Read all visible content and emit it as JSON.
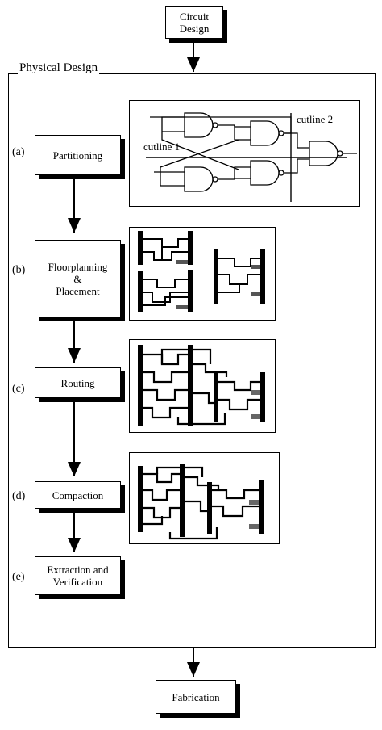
{
  "title": "Physical Design",
  "top_box": "Circuit\nDesign",
  "bottom_box": "Fabrication",
  "steps": [
    {
      "tag": "(a)",
      "label": "Partitioning"
    },
    {
      "tag": "(b)",
      "label": "Floorplanning\n&\nPlacement"
    },
    {
      "tag": "(c)",
      "label": "Routing"
    },
    {
      "tag": "(d)",
      "label": "Compaction"
    },
    {
      "tag": "(e)",
      "label": "Extraction and\nVerification"
    }
  ],
  "cutlines": {
    "one": "cutline 1",
    "two": "cutline 2"
  }
}
